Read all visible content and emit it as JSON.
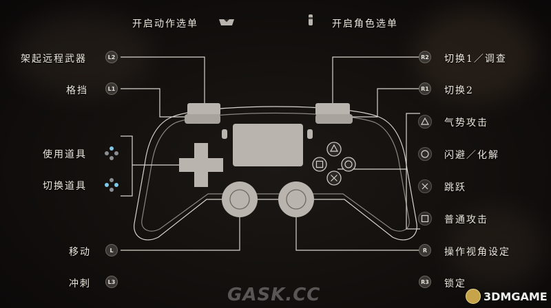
{
  "top": {
    "action_menu": "开启动作选单",
    "character_menu": "开启角色选单"
  },
  "left": {
    "l2_label": "架起远程武器",
    "l2_badge": "L2",
    "l1_label": "格挡",
    "l1_badge": "L1",
    "dpad_up_label": "使用道具",
    "dpad_lr_label": "切换道具",
    "ls_label": "移动",
    "ls_badge": "L",
    "l3_label": "冲刺",
    "l3_badge": "L3"
  },
  "right": {
    "r2_label": "切换1／调查",
    "r2_badge": "R2",
    "r1_label": "切换2",
    "r1_badge": "R1",
    "triangle_label": "气势攻击",
    "circle_label": "闪避／化解",
    "cross_label": "跳跃",
    "square_label": "普通攻击",
    "rs_label": "操作视角设定",
    "rs_badge": "R",
    "r3_label": "锁定",
    "r3_badge": "R3"
  },
  "watermark": "GASK.CC",
  "logo_text": "3DMGAME",
  "colors": {
    "line": "#d8d3cc",
    "button_fill": "#b9b4ae",
    "dpad_highlight": "#7fc8e8"
  }
}
